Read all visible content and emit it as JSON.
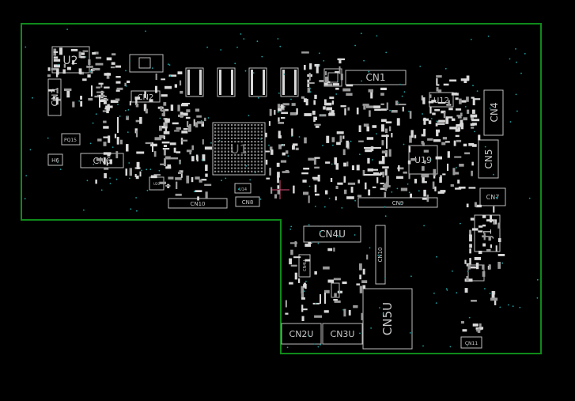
{
  "board": {
    "outline_color": "#0f8a1a",
    "background_color": "#000000",
    "silkscreen_color": "#c8c8c8",
    "via_color": "#1fa0a0",
    "highlight_color": "#e0507a"
  },
  "labels": {
    "u2": "U2",
    "cn3": "CN3",
    "cn2": "CN2",
    "pq1": "PQ15",
    "h6": "H6",
    "cn6": "CN6",
    "u1": "U1",
    "cn1": "CN1",
    "u12": "U12",
    "cn4": "CN4",
    "u19": "U19",
    "cn5": "CN5",
    "cn7": "CN7",
    "j1": "J1",
    "cn10": "CN10",
    "cn8": "CN8",
    "cn9": "CN9",
    "cn4u": "CN4U",
    "cn10b": "CN10",
    "cn2u": "CN2U",
    "cn3u": "CN3U",
    "cn5u": "CN5U",
    "cn11": "CN11",
    "u14": "U14",
    "u20": "U20",
    "cn4l": "CN4U"
  }
}
